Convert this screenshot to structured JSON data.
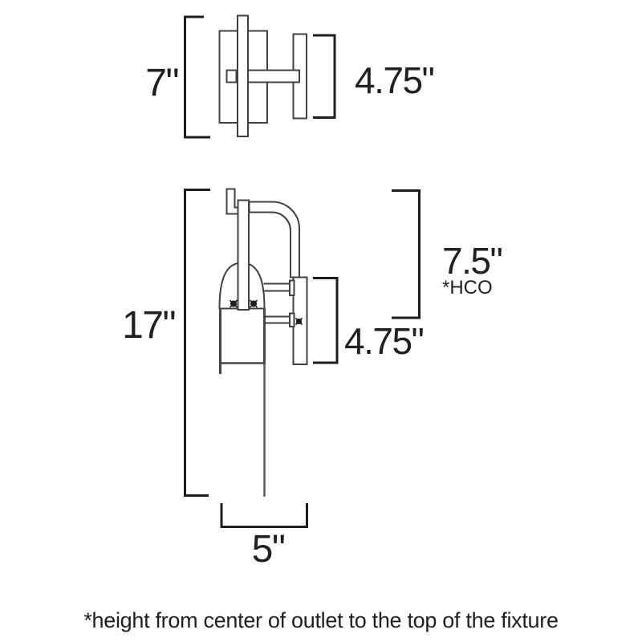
{
  "top_view": {
    "width_label": "7\"",
    "depth_label": "4.75\""
  },
  "front_view": {
    "height_label": "17\"",
    "hco_label": "7.5\"",
    "hco_note": "*HCO",
    "backplate_label": "4.75\"",
    "bottom_width_label": "5\""
  },
  "footnote": "*height from center of outlet to the top of the fixture",
  "colors": {
    "line": "#414143",
    "bracket": "#1e1e20",
    "text": "#231f20",
    "background": "#ffffff"
  }
}
